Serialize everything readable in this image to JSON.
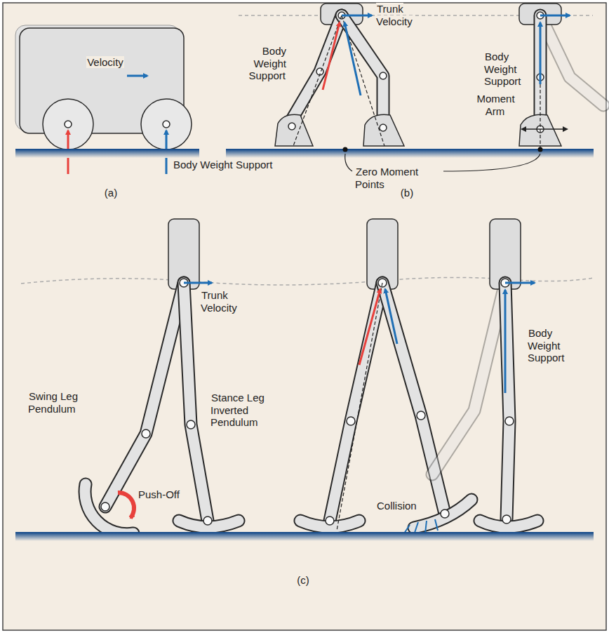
{
  "diagram": {
    "labels": [
      "Velocity",
      "Body Weight Support",
      "(a)",
      "Body Weight Support",
      "Trunk Velocity",
      "Body Weight Support",
      "Moment Arm",
      "Zero Moment Points",
      "(b)",
      "Trunk Velocity",
      "Swing Leg Pendulum",
      "Stance Leg Inverted Pendulum",
      "Push-Off",
      "Collision",
      "Body Weight Support",
      "(c)"
    ]
  }
}
